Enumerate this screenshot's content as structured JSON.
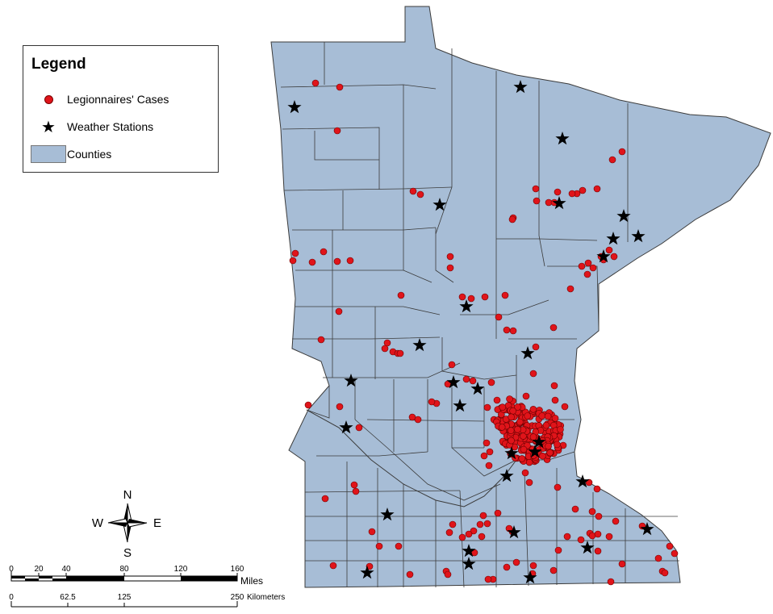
{
  "legend": {
    "title": "Legend",
    "items": [
      {
        "label": "Legionnaires' Cases",
        "symbol": "red-dot-icon",
        "color": "#e0141a"
      },
      {
        "label": "Weather Stations",
        "symbol": "star-icon",
        "color": "#000000"
      },
      {
        "label": "Counties",
        "symbol": "county-swatch",
        "color": "#a7bdd6"
      }
    ]
  },
  "north_arrow": {
    "n": "N",
    "s": "S",
    "e": "E",
    "w": "W"
  },
  "scale_bar": {
    "miles_ticks": [
      "0",
      "20",
      "40",
      "80",
      "120",
      "160"
    ],
    "miles_unit": "Miles",
    "km_ticks": [
      "0",
      "62.5",
      "125",
      "250"
    ],
    "km_unit": "Kilometers"
  },
  "colors": {
    "county_fill": "#a7bdd6",
    "county_border": "#3b3b3b",
    "case": "#e0141a",
    "station": "#000000"
  }
}
